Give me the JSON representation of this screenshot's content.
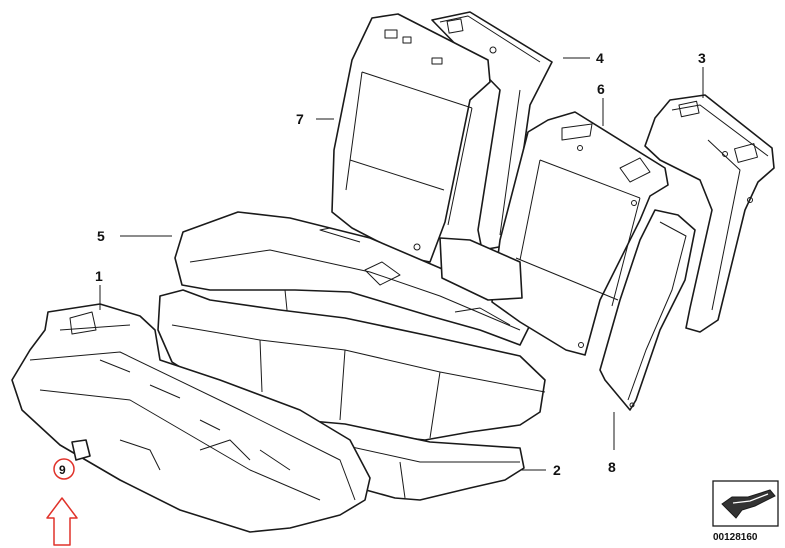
{
  "callouts": {
    "p1": "1",
    "p2": "2",
    "p3": "3",
    "p4": "4",
    "p5": "5",
    "p6": "6",
    "p7": "7",
    "p8": "8",
    "p9": "9"
  },
  "highlight": {
    "part": "9",
    "color": "#e0322a"
  },
  "document_number": "00128160"
}
